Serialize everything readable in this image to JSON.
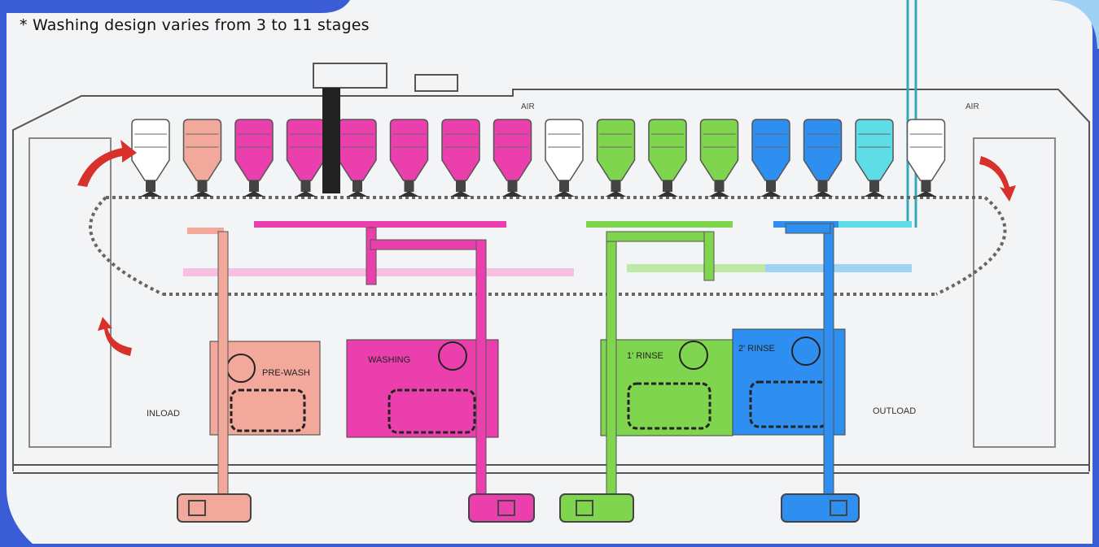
{
  "note": "* Washing design varies from 3 to 11 stages",
  "labels": {
    "inload": "INLOAD",
    "prewash": "PRE-WASH",
    "washing": "WASHING",
    "rinse1": "1' RINSE",
    "rinse2": "2' RINSE",
    "outload": "OUTLOAD",
    "air_left": "AIR",
    "air_right": "AIR"
  },
  "colors": {
    "frame_blue": "#3a5dd6",
    "panel_bg": "#f3f4f6",
    "prewash": "#f2a89a",
    "washing": "#ec3fae",
    "rinse1": "#7fd64e",
    "rinse2": "#2f8ff0",
    "final": "#5fdde6"
  },
  "bottle_colors": [
    "white",
    "prewash",
    "washing",
    "washing",
    "washing",
    "washing",
    "washing",
    "washing",
    "white",
    "rinse1",
    "rinse1",
    "rinse1",
    "rinse2",
    "rinse2",
    "final",
    "white"
  ]
}
